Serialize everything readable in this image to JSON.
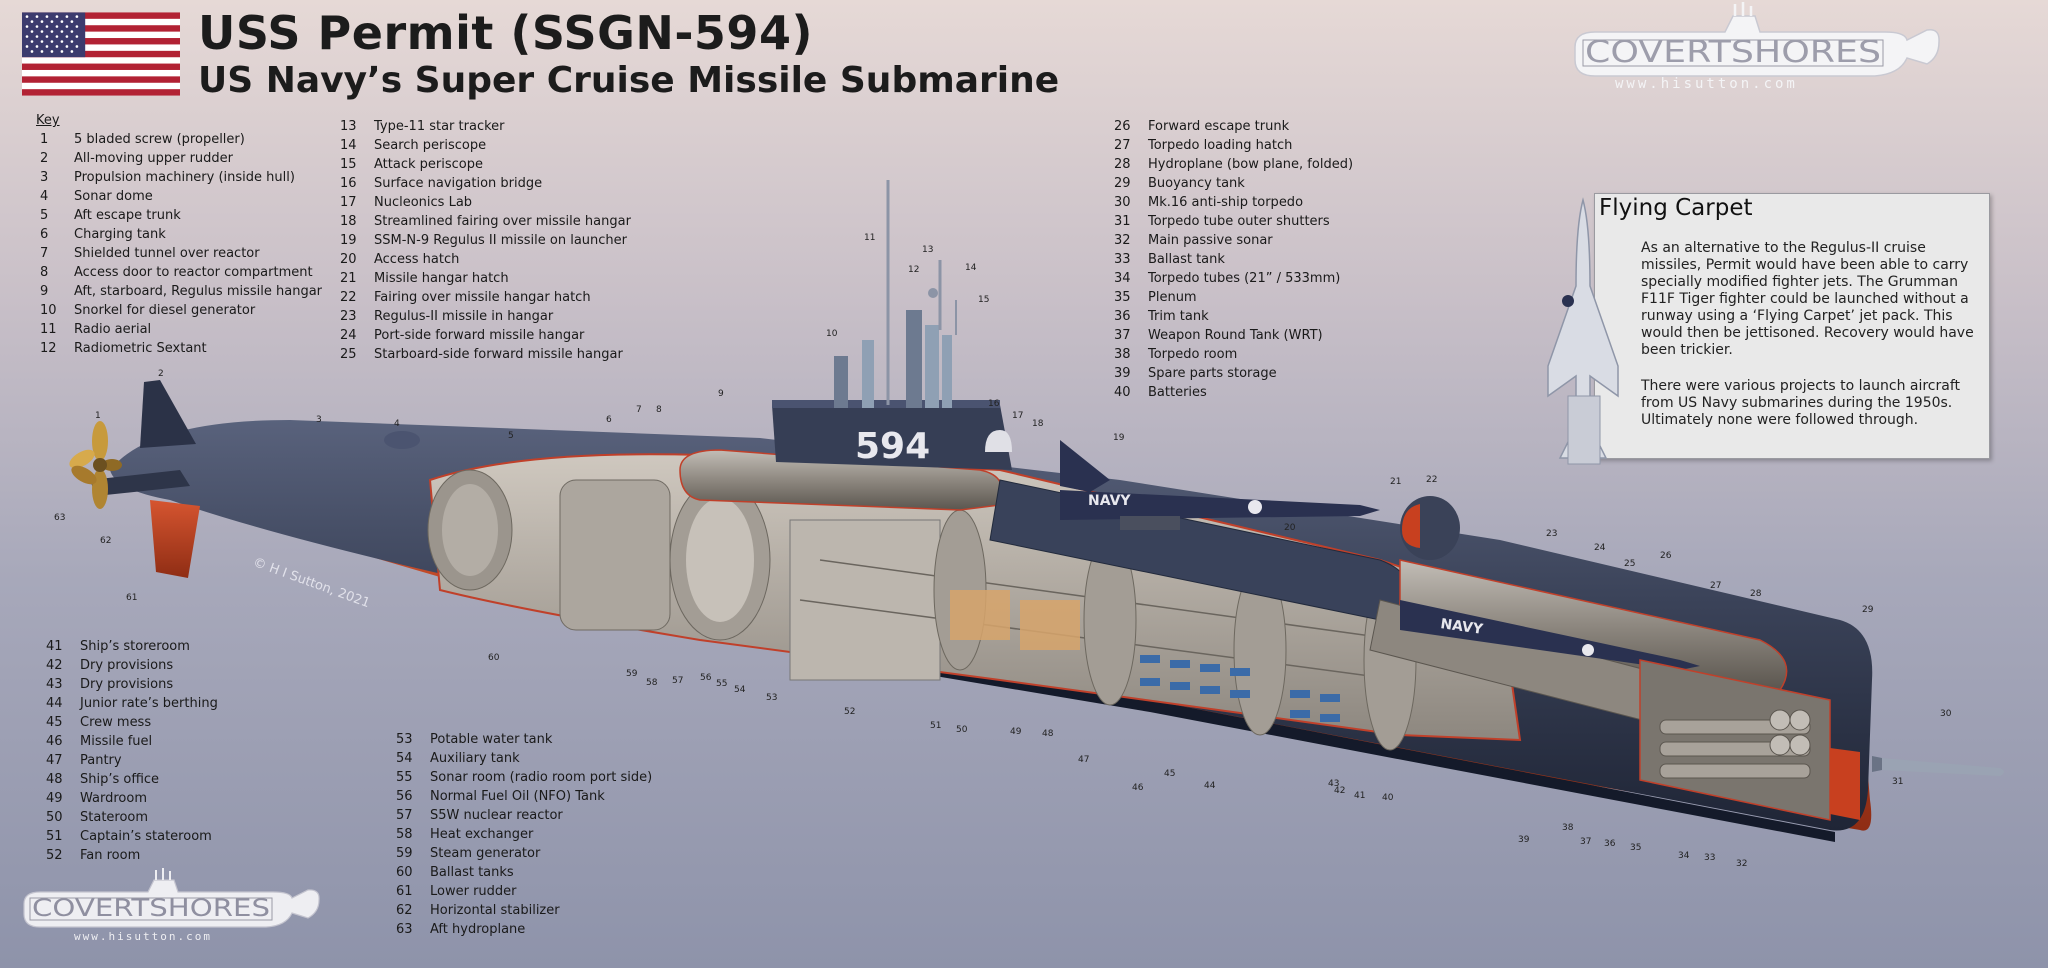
{
  "title": "USS Permit (SSGN-594)",
  "subtitle": "US Navy’s Super Cruise Missile Submarine",
  "logo": {
    "name": "COVERTSHORES",
    "url": "www.hisutton.com"
  },
  "key_title": "Key",
  "key_col1": [
    {
      "n": "1",
      "t": "5 bladed screw (propeller)"
    },
    {
      "n": "2",
      "t": "All-moving upper rudder"
    },
    {
      "n": "3",
      "t": "Propulsion machinery (inside hull)"
    },
    {
      "n": "4",
      "t": "Sonar dome"
    },
    {
      "n": "5",
      "t": "Aft escape trunk"
    },
    {
      "n": "6",
      "t": "Charging tank"
    },
    {
      "n": "7",
      "t": "Shielded tunnel over reactor"
    },
    {
      "n": "8",
      "t": "Access door to reactor compartment"
    },
    {
      "n": "9",
      "t": "Aft, starboard, Regulus missile hangar"
    },
    {
      "n": "10",
      "t": "Snorkel for diesel generator"
    },
    {
      "n": "11",
      "t": "Radio aerial"
    },
    {
      "n": "12",
      "t": "Radiometric Sextant"
    }
  ],
  "key_col2": [
    {
      "n": "13",
      "t": "Type-11 star tracker"
    },
    {
      "n": "14",
      "t": "Search periscope"
    },
    {
      "n": "15",
      "t": "Attack periscope"
    },
    {
      "n": "16",
      "t": "Surface navigation bridge"
    },
    {
      "n": "17",
      "t": "Nucleonics Lab"
    },
    {
      "n": "18",
      "t": "Streamlined fairing over missile hangar"
    },
    {
      "n": "19",
      "t": "SSM-N-9 Regulus II missile on launcher"
    },
    {
      "n": "20",
      "t": "Access hatch"
    },
    {
      "n": "21",
      "t": "Missile hangar hatch"
    },
    {
      "n": "22",
      "t": "Fairing over missile hangar hatch"
    },
    {
      "n": "23",
      "t": "Regulus-II missile in hangar"
    },
    {
      "n": "24",
      "t": "Port-side forward missile hangar"
    },
    {
      "n": "25",
      "t": "Starboard-side forward missile hangar"
    }
  ],
  "key_col3": [
    {
      "n": "26",
      "t": "Forward escape trunk"
    },
    {
      "n": "27",
      "t": "Torpedo loading hatch"
    },
    {
      "n": "28",
      "t": "Hydroplane (bow plane, folded)"
    },
    {
      "n": "29",
      "t": "Buoyancy tank"
    },
    {
      "n": "30",
      "t": "Mk.16 anti-ship torpedo"
    },
    {
      "n": "31",
      "t": "Torpedo tube outer shutters"
    },
    {
      "n": "32",
      "t": "Main passive sonar"
    },
    {
      "n": "33",
      "t": "Ballast tank"
    },
    {
      "n": "34",
      "t": "Torpedo tubes (21” / 533mm)"
    },
    {
      "n": "35",
      "t": "Plenum"
    },
    {
      "n": "36",
      "t": "Trim tank"
    },
    {
      "n": "37",
      "t": "Weapon Round Tank (WRT)"
    },
    {
      "n": "38",
      "t": "Torpedo room"
    },
    {
      "n": "39",
      "t": "Spare parts storage"
    },
    {
      "n": "40",
      "t": "Batteries"
    }
  ],
  "key_col4": [
    {
      "n": "41",
      "t": "Ship’s storeroom"
    },
    {
      "n": "42",
      "t": "Dry provisions"
    },
    {
      "n": "43",
      "t": "Dry provisions"
    },
    {
      "n": "44",
      "t": "Junior rate’s berthing"
    },
    {
      "n": "45",
      "t": "Crew mess"
    },
    {
      "n": "46",
      "t": "Missile fuel"
    },
    {
      "n": "47",
      "t": "Pantry"
    },
    {
      "n": "48",
      "t": "Ship’s office"
    },
    {
      "n": "49",
      "t": "Wardroom"
    },
    {
      "n": "50",
      "t": "Stateroom"
    },
    {
      "n": "51",
      "t": "Captain’s stateroom"
    },
    {
      "n": "52",
      "t": "Fan room"
    }
  ],
  "key_col5": [
    {
      "n": "53",
      "t": "Potable water tank"
    },
    {
      "n": "54",
      "t": "Auxiliary tank"
    },
    {
      "n": "55",
      "t": "Sonar room (radio room port side)"
    },
    {
      "n": "56",
      "t": "Normal Fuel Oil (NFO) Tank"
    },
    {
      "n": "57",
      "t": "S5W nuclear reactor"
    },
    {
      "n": "58",
      "t": "Heat exchanger"
    },
    {
      "n": "59",
      "t": "Steam generator"
    },
    {
      "n": "60",
      "t": "Ballast tanks"
    },
    {
      "n": "61",
      "t": "Lower rudder"
    },
    {
      "n": "62",
      "t": "Horizontal stabilizer"
    },
    {
      "n": "63",
      "t": "Aft hydroplane"
    }
  ],
  "callout": {
    "title": "Flying Carpet",
    "p1": "As an alternative to the Regulus-II cruise missiles, Permit would have been able to carry specially modified fighter jets. The Grumman F11F Tiger fighter could be launched without a runway using a ‘Flying Carpet’ jet pack. This would then be jettisoned. Recovery would have been trickier.",
    "p2": "There were various projects to launch aircraft from US Navy submarines during the 1950s. Ultimately none were followed through."
  },
  "hull_number": "594",
  "navy_label": "NAVY",
  "copyright": "© H I Sutton, 2021",
  "colors": {
    "hull": "#3a4258",
    "hull_dark": "#222a3c",
    "antifouling": "#c8401f",
    "propeller": "#c79a3c",
    "interior": "#b8b2aa",
    "callout_bg": "#e9e9e9"
  }
}
